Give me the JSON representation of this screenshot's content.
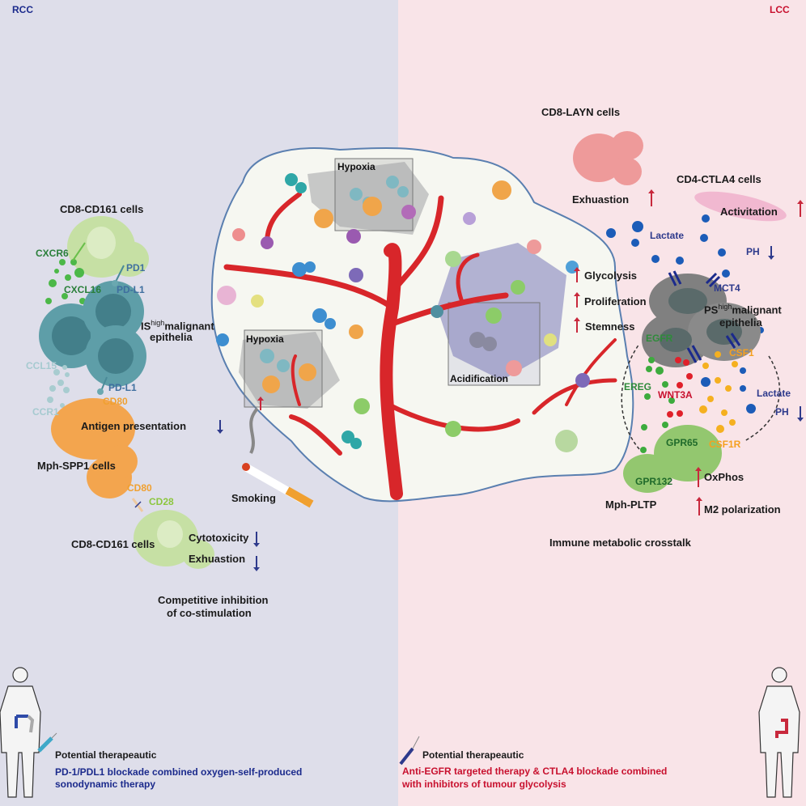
{
  "colors": {
    "left_bg": "#dedeea",
    "right_bg": "#f9e4e8",
    "rcc_blue": "#1b2a8c",
    "lcc_red": "#c8102e",
    "green_label": "#2e8b3a",
    "teal_label": "#3f6f9f",
    "orange_label": "#f0a030",
    "lightgreen_label": "#8cc63f",
    "pale_teal_label": "#9cc4c8",
    "vessel_red": "#d8262a"
  },
  "left": {
    "title": "RCC",
    "cd8_cd161_top": "CD8-CD161 cells",
    "cxcr6": "CXCR6",
    "cxcl16": "CXCL16",
    "pd1": "PD1",
    "pdl1_top": "PD-L1",
    "is_high": {
      "prefix": "IS",
      "sup": "high",
      "suffix": "malignant",
      "line2": "epithelia"
    },
    "ccl15": "CCL15",
    "pdl1_bottom": "PD-L1",
    "cd80_top": "CD80",
    "ccr1": "CCR1",
    "antigen_presentation": "Antigen presentation",
    "mph_spp1": "Mph-SPP1 cells",
    "cd80_bottom": "CD80",
    "cd28": "CD28",
    "cd8_cd161_bottom": "CD8-CD161 cells",
    "cytotoxicity": "Cytotoxicity",
    "exhuastion": "Exhuastion",
    "competitive_1": "Competitive inhibition",
    "competitive_2": "of co-stimulation",
    "smoking": "Smoking",
    "therapeutic_heading": "Potential therapeautic",
    "therapy_line1": "PD-1/PDL1 blockade combined oxygen-self-produced",
    "therapy_line2": "sonodynamic therapy"
  },
  "center": {
    "hypoxia_top": "Hypoxia",
    "hypoxia_left": "Hypoxia",
    "acidification": "Acidification"
  },
  "right": {
    "title": "LCC",
    "cd8_layn": "CD8-LAYN cells",
    "exhuastion": "Exhuastion",
    "cd4_ctla4": "CD4-CTLA4 cells",
    "activitation": "Activitation",
    "lactate_top": "Lactate",
    "ph_top": "PH",
    "mct4": "MCT4",
    "glycolysis": "Glycolysis",
    "proliferation": "Proliferation",
    "stemness": "Stemness",
    "ps_high": {
      "prefix": "PS",
      "sup": "high",
      "suffix": "malignant",
      "line2": "epithelia"
    },
    "egfr": "EGFR",
    "csf1": "CSF1",
    "ereg": "EREG",
    "wnt3a": "WNT3A",
    "lactate_bottom": "Lactate",
    "ph_bottom": "PH",
    "gpr65": "GPR65",
    "csf1r": "CSF1R",
    "gpr132": "GPR132",
    "oxphos": "OxPhos",
    "mph_pltp": "Mph-PLTP",
    "m2_polarization": "M2 polarization",
    "immune_crosstalk": "Immune metabolic crosstalk",
    "therapeutic_heading": "Potential therapeautic",
    "therapy_line1": "Anti-EGFR targeted therapy & CTLA4 blockade combined",
    "therapy_line2": "with inhibitors of tumour glycolysis"
  }
}
